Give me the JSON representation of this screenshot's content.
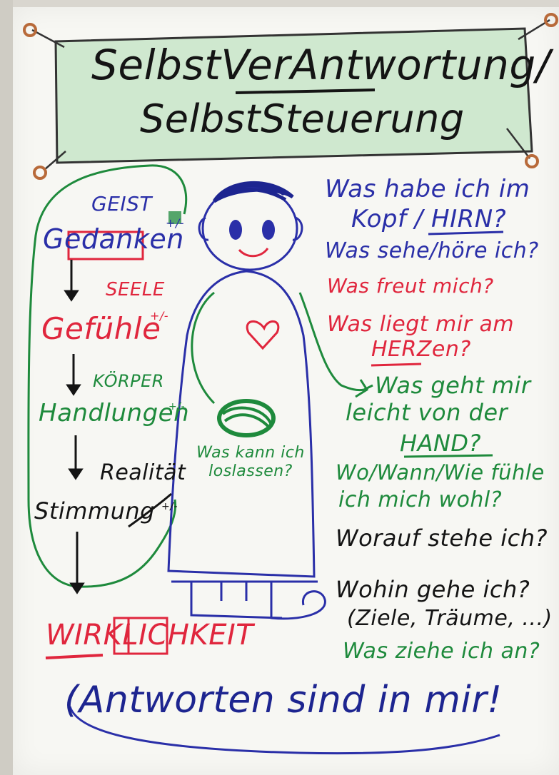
{
  "title": {
    "line1": "SelbstVerAntwortung/",
    "line2": "SelbstSteuerung"
  },
  "left_column": {
    "geist": "GEIST",
    "gedanken": "Gedanken",
    "gedanken_pm": "+/-",
    "seele": "SEELE",
    "gefuehle": "Gefühle",
    "gefuehle_pm": "+/-",
    "koerper": "KÖRPER",
    "handlungen": "Handlungen",
    "handlungen_pm": "+/-",
    "realitaet": "Realität",
    "stimmung": "Stimmung",
    "stimmung_pm": "+/-",
    "wirklichkeit": "WIRKLICHKEIT"
  },
  "figure": {
    "body_question": "Was kann ich loslassen?"
  },
  "questions": {
    "q1_line1": "Was habe ich im",
    "q1_line2": "Kopf / HIRN?",
    "q2": "Was sehe/höre ich?",
    "q3": "Was freut mich?",
    "q4_line1": "Was liegt mir am",
    "q4_line2": "HERZen?",
    "q5_line1": "Was geht mir",
    "q5_line2": "leicht von der",
    "q5_line3": "HAND?",
    "q6_line1": "Wo/Wann/Wie fühle",
    "q6_line2": "ich mich wohl?",
    "q7": "Worauf stehe ich?",
    "q8_line1": "Wohin gehe ich?",
    "q8_line2": "(Ziele, Träume, ...)",
    "q9": "Was ziehe ich an?"
  },
  "bottom": {
    "statement": "(Antworten sind in mir!"
  },
  "colors": {
    "blue_marker": "#2a2fa8",
    "green_marker": "#1e8a3c",
    "red_marker": "#e0263d",
    "black_marker": "#141414",
    "title_box_fill": "#cfe8cf",
    "paper": "#f7f7f3"
  }
}
